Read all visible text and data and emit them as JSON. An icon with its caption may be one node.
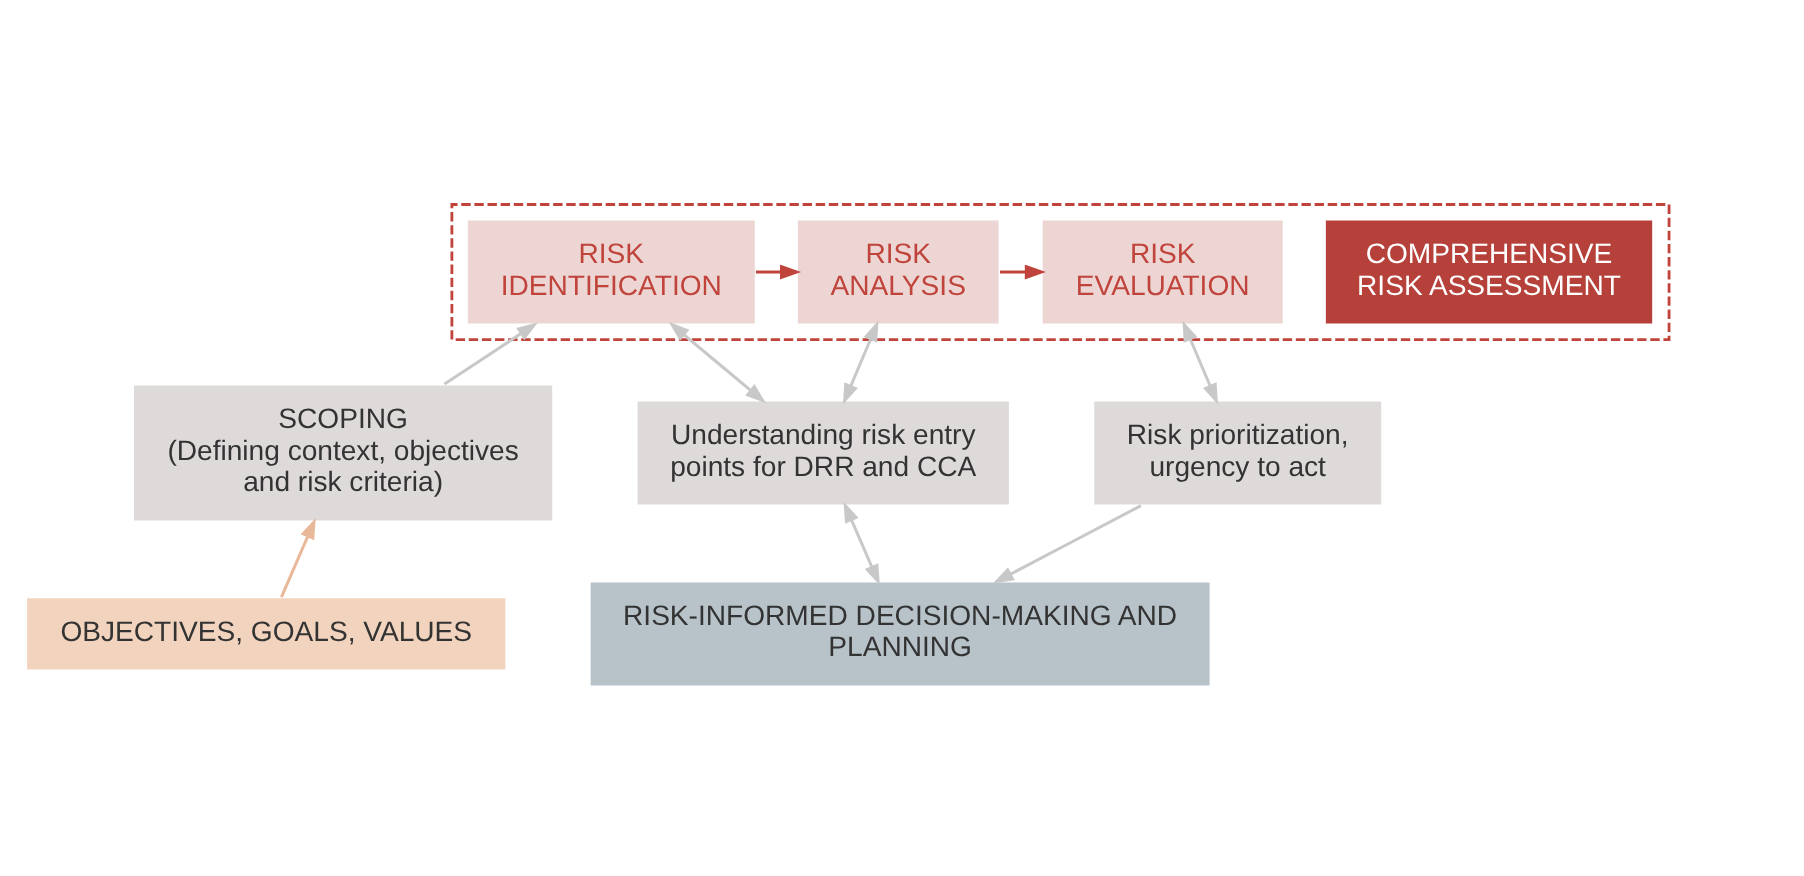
{
  "diagram": {
    "nodes": [
      {
        "text": [],
        "shape": "box"
      },
      {
        "text": [
          "COMPREHENSIVE RISK ASSESSMENT"
        ],
        "in": 0
      },
      {
        "text": [
          "RISK IDENTIFICATION"
        ],
        "in": 0
      },
      {
        "text": [
          "RISK ANALYSIS"
        ],
        "in": 0
      },
      {
        "text": [
          "RISK EVALUATION"
        ],
        "in": 0
      },
      {
        "text": [
          "SCOPING",
          "(Defining context, objectives and risk criteria)"
        ]
      },
      {
        "text": [
          "Understanding risk entry points for DRR and CCA"
        ]
      },
      {
        "text": [
          "Risk prioritization, urgency to act"
        ]
      },
      {
        "text": [
          "OBJECTIVES, GOALS, VALUES"
        ]
      },
      {
        "text": [
          "RISK-INFORMED DECISION-MAKING AND PLANNING"
        ]
      }
    ],
    "edges": [
      {
        "from": 2,
        "to": 3,
        "arrow": "to",
        "color": "#c0443c"
      },
      {
        "from": 3,
        "to": 4,
        "arrow": "to",
        "color": "#c0443c"
      },
      {
        "from": 5,
        "to": 2,
        "arrow": "to"
      },
      {
        "from": 6,
        "to": 2,
        "arrow": "both"
      },
      {
        "from": 6,
        "to": 3,
        "arrow": "both"
      },
      {
        "from": 7,
        "to": 4,
        "arrow": "both"
      },
      {
        "from": 8,
        "to": 5,
        "arrow": "to",
        "color": "#e8b898"
      },
      {
        "from": 9,
        "to": 6,
        "arrow": "both"
      },
      {
        "from": 7,
        "to": 9,
        "arrow": "to"
      }
    ]
  }
}
